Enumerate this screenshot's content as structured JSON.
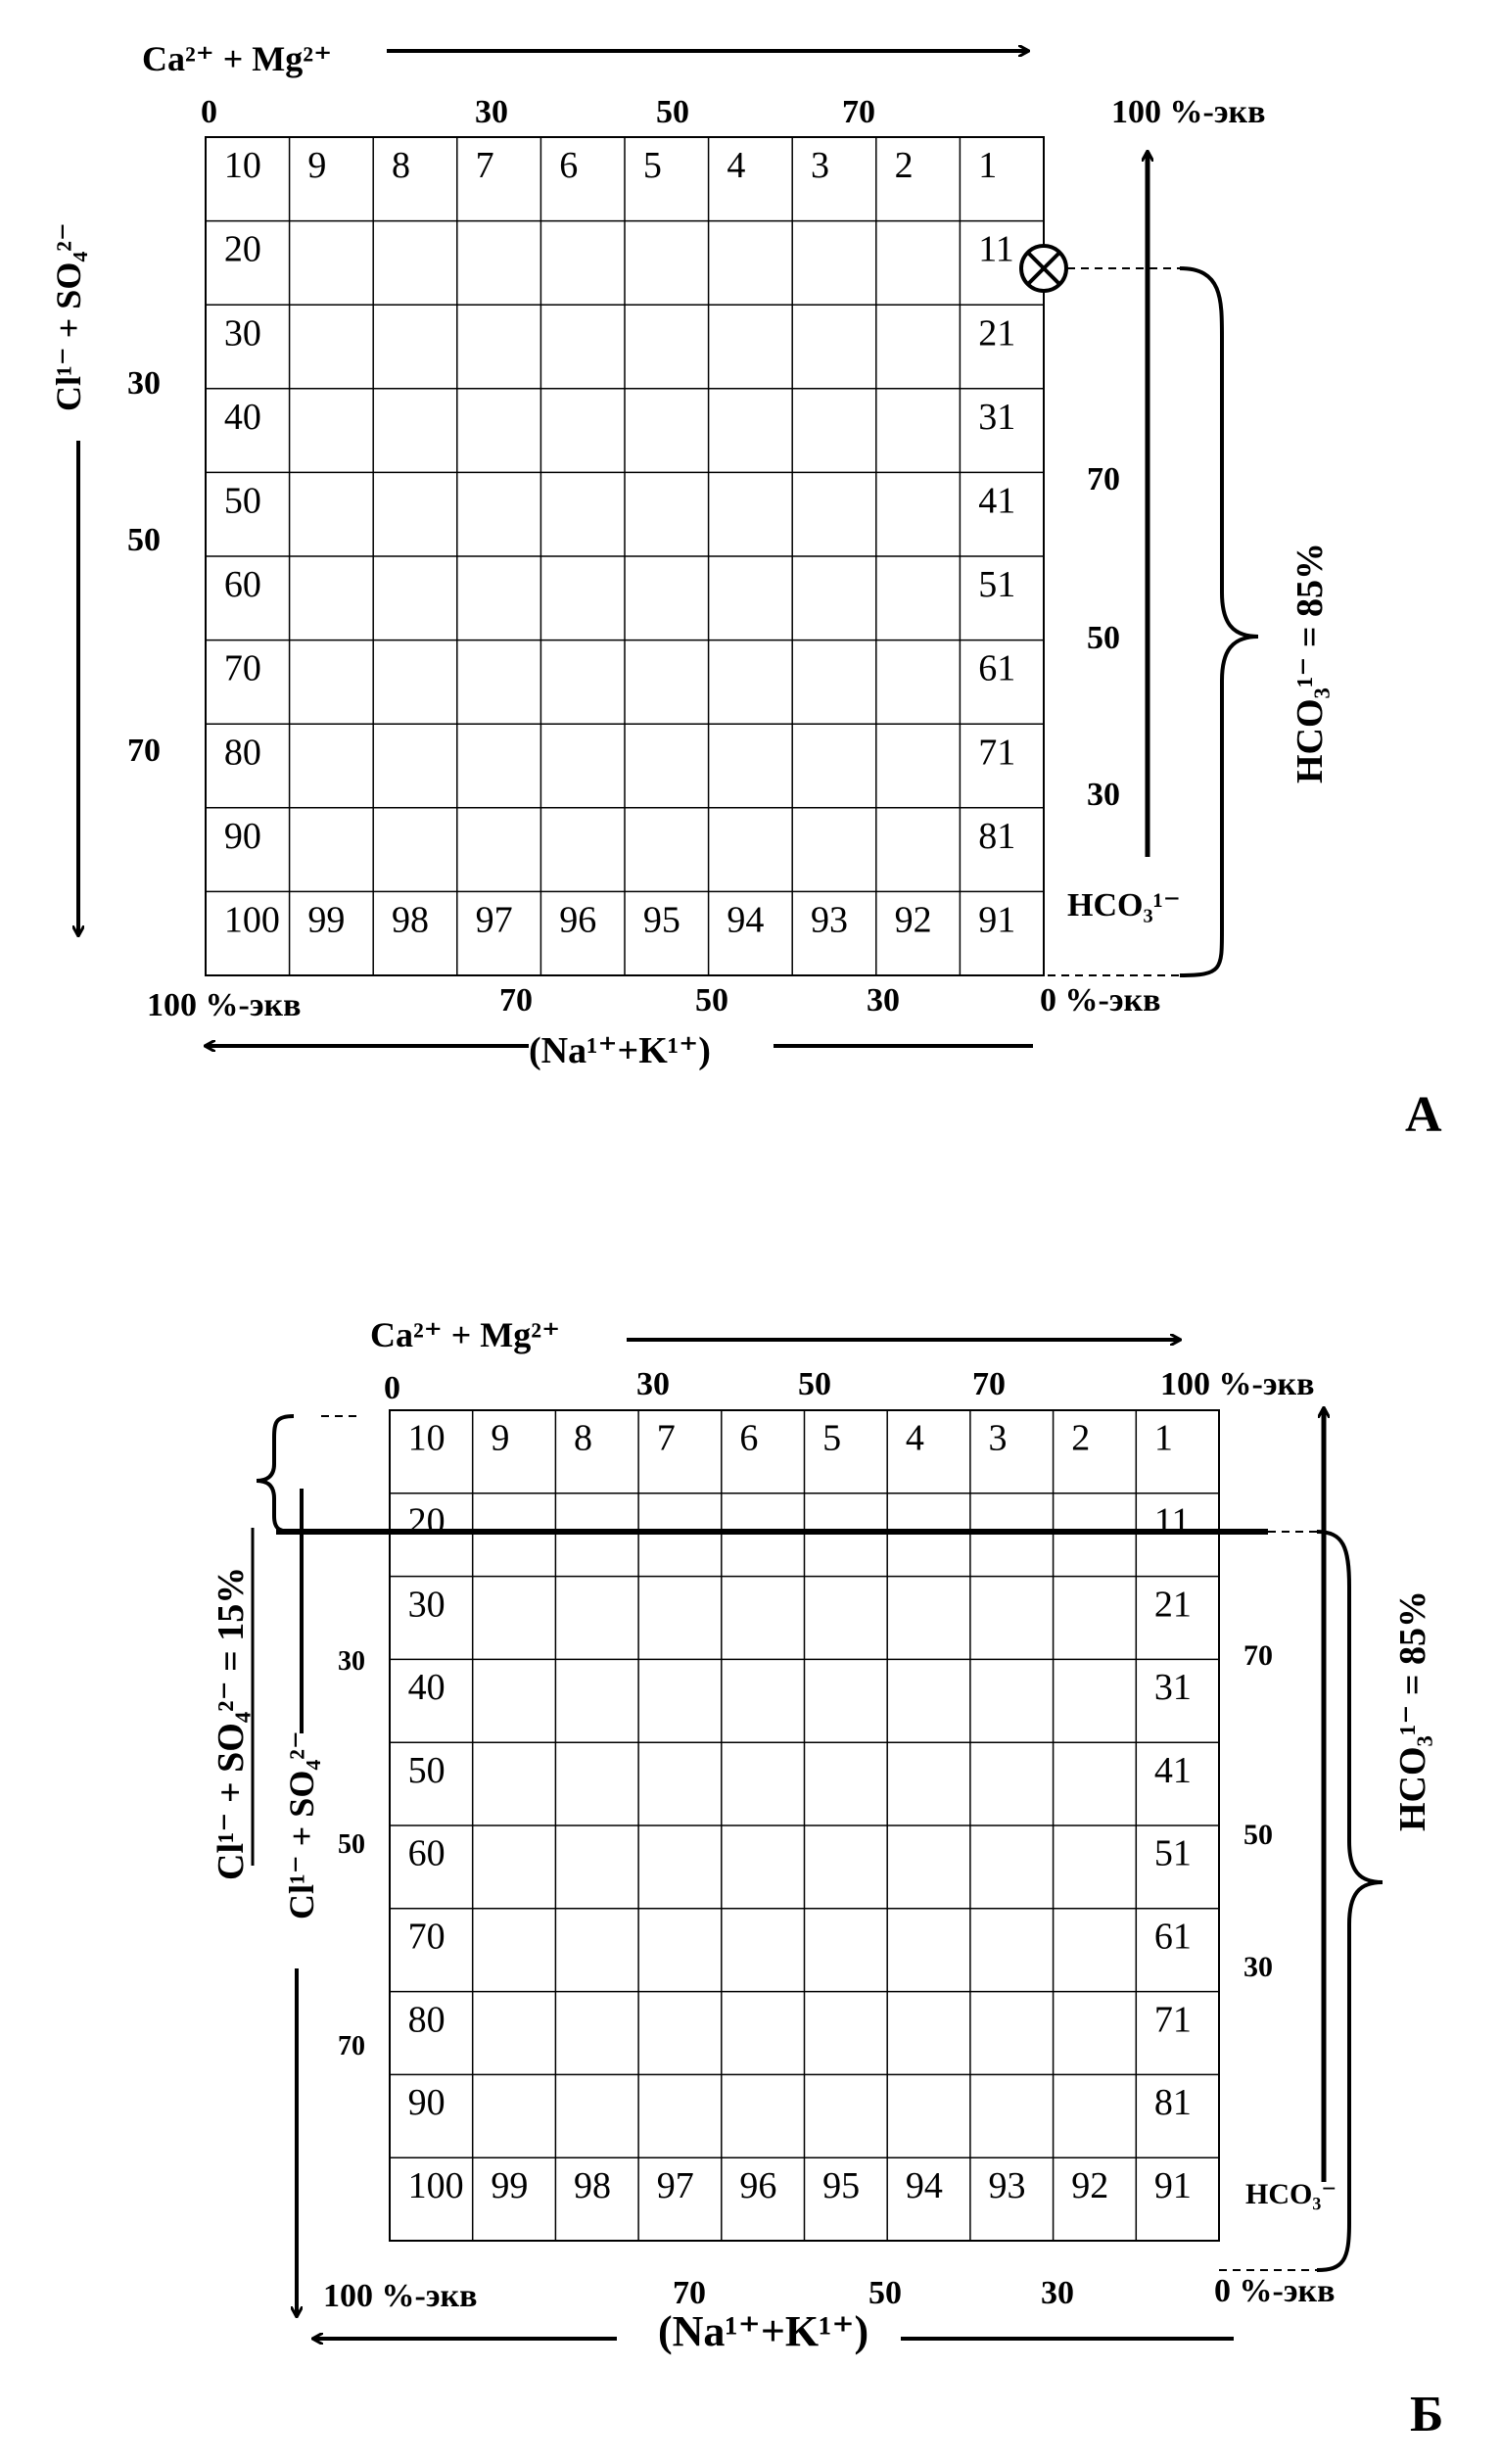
{
  "diagram_a": {
    "panel_label": "А",
    "cation_top_label": "Ca²⁺ + Mg²⁺",
    "cation_bottom_label": "(Na¹⁺+K¹⁺)",
    "anion_left_label": "Cl¹⁻ + SO₄²⁻",
    "hco3_axis_label": "HCO₃¹⁻",
    "hco3_value_label": "HCO₃¹⁻ = 85%",
    "top_ticks": [
      "0",
      "30",
      "50",
      "70"
    ],
    "bottom_ticks": [
      "100 %-экв",
      "70",
      "50",
      "30",
      "0 %-экв"
    ],
    "left_ticks": [
      "30",
      "50",
      "70"
    ],
    "right_ticks": [
      "100 %-экв",
      "70",
      "50",
      "30"
    ],
    "marker_symbol": "⊗"
  },
  "diagram_b": {
    "panel_label": "Б",
    "cation_top_label": "Ca²⁺ + Mg²⁺",
    "cation_bottom_label": "(Na¹⁺+K¹⁺)",
    "anion_left_label": "Cl¹⁻ + SO₄²⁻",
    "anion_value_label": "Cl¹⁻ + SO₄²⁻ = 15%",
    "hco3_axis_label": "HCO₃⁻",
    "hco3_value_label": "HCO₃¹⁻ = 85%",
    "top_ticks": [
      "0",
      "30",
      "50",
      "70",
      "100 %-экв"
    ],
    "bottom_ticks": [
      "100 %-экв",
      "70",
      "50",
      "30",
      "0 %-экв"
    ],
    "left_ticks": [
      "30",
      "50",
      "70"
    ],
    "right_ticks": [
      "70",
      "50",
      "30"
    ]
  },
  "grid": {
    "top_row": [
      "10",
      "9",
      "8",
      "7",
      "6",
      "5",
      "4",
      "3",
      "2",
      "1"
    ],
    "left_col": [
      "20",
      "30",
      "40",
      "50",
      "60",
      "70",
      "80",
      "90"
    ],
    "right_col": [
      "11",
      "21",
      "31",
      "41",
      "51",
      "61",
      "71",
      "81"
    ],
    "bottom_row": [
      "100",
      "99",
      "98",
      "97",
      "96",
      "95",
      "94",
      "93",
      "92",
      "91"
    ]
  }
}
